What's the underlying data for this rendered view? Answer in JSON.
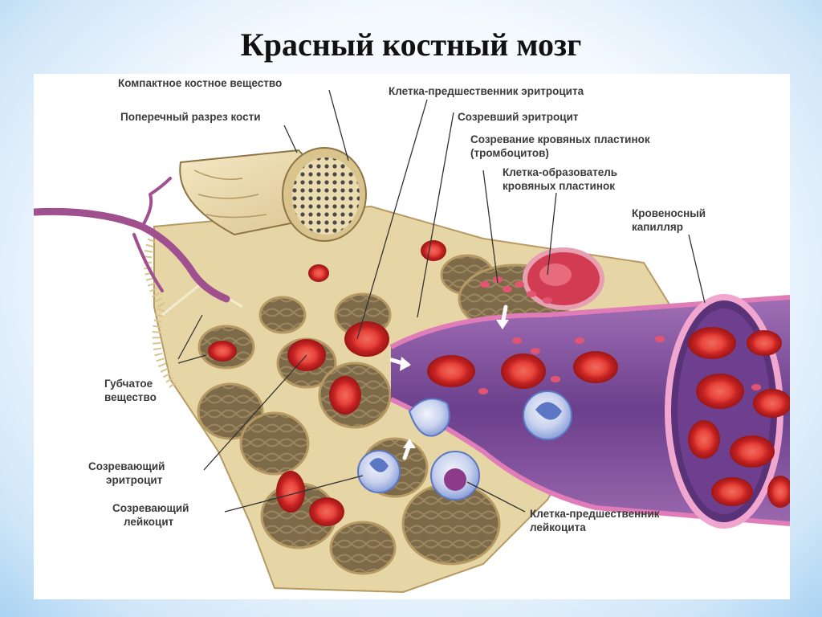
{
  "slide": {
    "title": "Красный костный мозг"
  },
  "labels": {
    "compact_bone": "Компактное костное вещество",
    "cross_section": "Поперечный разрез кости",
    "erythrocyte_precursor": "Клетка-предшественник эритроцита",
    "mature_erythrocyte": "Созревший эритроцит",
    "platelet_maturation_1": "Созревание кровяных пластинок",
    "platelet_maturation_2": "(тромбоцитов)",
    "platelet_former_1": "Клетка-образователь",
    "platelet_former_2": "кровяных пластинок",
    "capillary_1": "Кровеносный",
    "capillary_2": "капилляр",
    "spongy_1": "Губчатое",
    "spongy_2": "вещество",
    "maturing_erythrocyte_1": "Созревающий",
    "maturing_erythrocyte_2": "эритроцит",
    "maturing_leukocyte_1": "Созревающий",
    "maturing_leukocyte_2": "лейкоцит",
    "leukocyte_precursor_1": "Клетка-предшественник",
    "leukocyte_precursor_2": "лейкоцита"
  },
  "colors": {
    "bone": "#e8d7a8",
    "bone_shadow": "#b79a63",
    "marrow_cavity": "#8a7752",
    "capillary": "#8e5b9e",
    "erythrocyte": "#d6322f",
    "leukocyte": "#5c78c4",
    "vessel": "#a0508f"
  },
  "icons": [
    "arrow-icon"
  ]
}
